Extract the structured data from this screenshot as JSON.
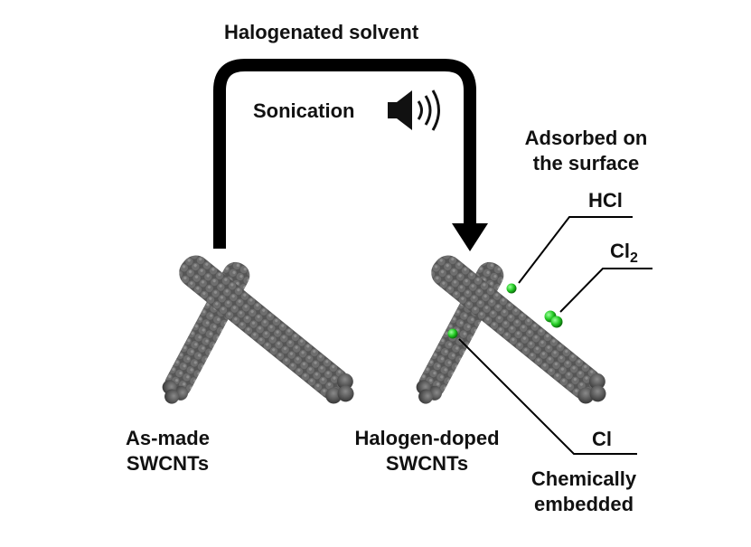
{
  "labels": {
    "top": "Halogenated solvent",
    "sonication": "Sonication",
    "adsorbed_line1": "Adsorbed on",
    "adsorbed_line2": "the surface",
    "hcl": "HCl",
    "cl2_base": "Cl",
    "cl2_sub": "2",
    "cl": "Cl",
    "chem_line1": "Chemically",
    "chem_line2": "embedded",
    "asmade_line1": "As-made",
    "asmade_line2": "SWCNTs",
    "doped_line1": "Halogen-doped",
    "doped_line2": "SWCNTs"
  },
  "icons": {
    "speaker": "speaker-icon",
    "arrow": "process-arrow"
  },
  "colors": {
    "nanotube": "#5a5a5a",
    "chlorine": "#22c922",
    "arrow": "#000000"
  }
}
